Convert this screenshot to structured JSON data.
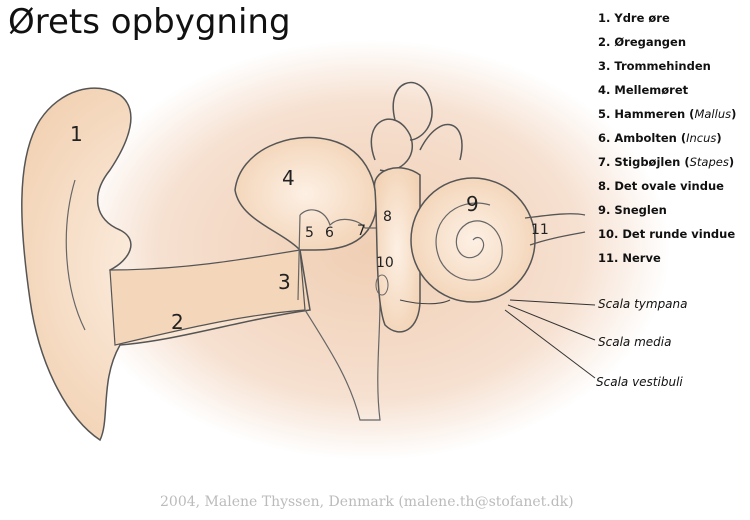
{
  "title": "Ørets opbygning",
  "legend": [
    {
      "text": "1. Ydre øre"
    },
    {
      "text": "2. Øregangen"
    },
    {
      "text": "3. Trommehinden"
    },
    {
      "text": "4. Mellemøret"
    },
    {
      "text": "5. Hammeren (",
      "latin": "Mallus",
      "close": ")"
    },
    {
      "text": "6. Ambolten (",
      "latin": "Incus",
      "close": ")"
    },
    {
      "text": "7. Stigbøjlen (",
      "latin": "Stapes",
      "close": ")"
    },
    {
      "text": "8. Det ovale vindue"
    },
    {
      "text": "9. Sneglen"
    },
    {
      "text": "10. Det runde vindue"
    },
    {
      "text": "11. Nerve"
    }
  ],
  "numbers": [
    "1",
    "2",
    "3",
    "4",
    "5",
    "6",
    "7",
    "8",
    "9",
    "10",
    "11"
  ],
  "scala": [
    "Scala tympana",
    "Scala media",
    "Scala vestibuli"
  ],
  "credit": "2004, Malene Thyssen, Denmark (malene.th@stofanet.dk)",
  "colors": {
    "skin": "#f5d7b8",
    "background_glow": "#f3d9c6",
    "outline": "#555555"
  }
}
